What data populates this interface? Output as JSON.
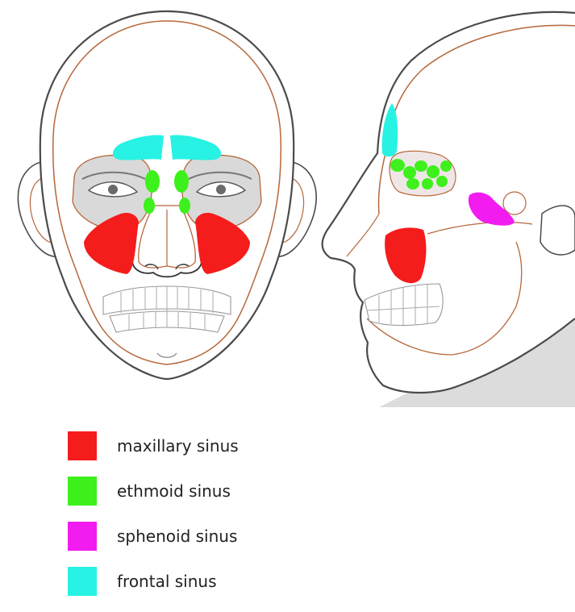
{
  "colors": {
    "maxillary": "#f51c1c",
    "ethmoid": "#3ef01c",
    "sphenoid": "#f21cf0",
    "frontal": "#27f2e3",
    "outline": "#b5673a",
    "skull_line": "#4a4a4a",
    "shadow": "#d9d9d9"
  },
  "legend": [
    {
      "label": "maxillary sinus",
      "color": "#f51c1c"
    },
    {
      "label": "ethmoid sinus",
      "color": "#3ef01c"
    },
    {
      "label": "sphenoid sinus",
      "color": "#f21cf0"
    },
    {
      "label": "frontal sinus",
      "color": "#27f2e3"
    }
  ]
}
